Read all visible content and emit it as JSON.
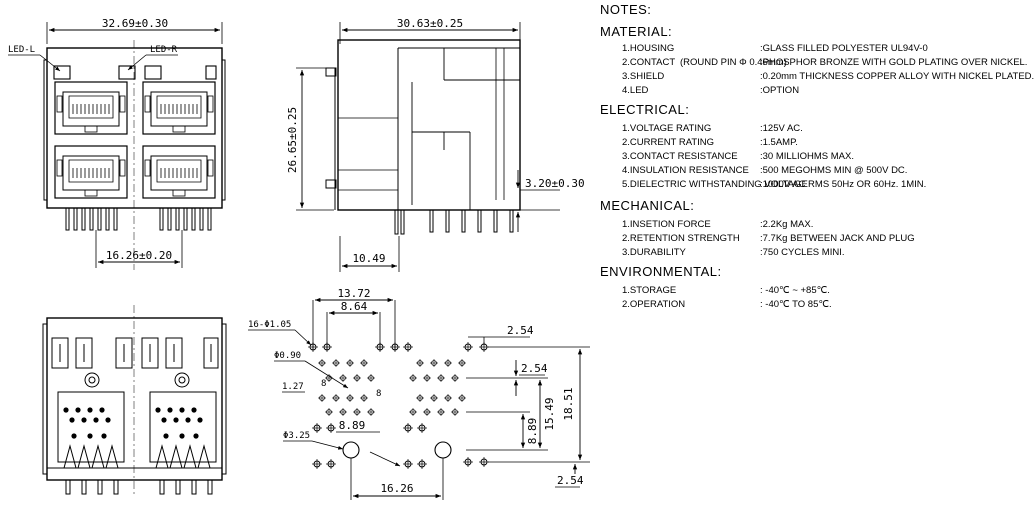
{
  "dims": {
    "front_width": "32.69±0.30",
    "pitch": "16.26±0.20",
    "side_length": "30.63±0.25",
    "side_height": "26.65±0.25",
    "pin_depth": "3.20±0.30",
    "pin_offset": "10.49",
    "pcb_w1": "13.72",
    "pcb_w2": "8.64",
    "pcb_holes": "16-Φ1.05",
    "pcb_d090": "Φ0.90",
    "pcb_127": "1.27",
    "pcb_889": "8.89",
    "pcb_d325": "Φ3.25",
    "pcb_1626": "16.26",
    "pcb_254a": "2.54",
    "pcb_254b": "2.54",
    "pcb_254c": "2.54",
    "pcb_1549": "15.49",
    "pcb_1851": "18.51",
    "pcb_889v": "8.89",
    "pcb_8a": "8",
    "pcb_8b": "8"
  },
  "labels": {
    "led_left": "LED-L",
    "led_right": "LED-R"
  },
  "notes": {
    "title": "NOTES:",
    "material": {
      "heading": "MATERIAL:",
      "items": [
        {
          "label": "1.HOUSING",
          "value": ":GLASS FILLED POLYESTER UL94V-0"
        },
        {
          "label": "2.CONTACT",
          "extra": "(ROUND PIN Φ 0.46mm)",
          "value": ":PHOSPHOR BRONZE WITH GOLD PLATING OVER NICKEL."
        },
        {
          "label": "3.SHIELD",
          "value": ":0.20mm THICKNESS COPPER ALLOY WITH NICKEL PLATED."
        },
        {
          "label": "4.LED",
          "value": ":OPTION"
        }
      ]
    },
    "electrical": {
      "heading": "ELECTRICAL:",
      "items": [
        {
          "label": "1.VOLTAGE RATING",
          "value": ":125V AC."
        },
        {
          "label": "2.CURRENT RATING",
          "value": ":1.5AMP."
        },
        {
          "label": "3.CONTACT RESISTANCE",
          "value": ":30 MILLIOHMS MAX."
        },
        {
          "label": "4.INSULATION RESISTANCE",
          "value": ":500 MEGOHMS MIN @ 500V DC."
        },
        {
          "label": "5.DIELECTRIC WITHSTANDING VOLTAGE",
          "value": ":1000V AC RMS 50Hz OR 60Hz. 1MIN."
        }
      ]
    },
    "mechanical": {
      "heading": "MECHANICAL:",
      "items": [
        {
          "label": "1.INSETION FORCE",
          "value": ":2.2Kg MAX."
        },
        {
          "label": "2.RETENTION STRENGTH",
          "value": ":7.7Kg BETWEEN JACK AND PLUG"
        },
        {
          "label": "3.DURABILITY",
          "value": ":750 CYCLES MINI."
        }
      ]
    },
    "environmental": {
      "heading": "ENVIRONMENTAL:",
      "items": [
        {
          "label": "1.STORAGE",
          "value": ": -40℃ ~ +85℃."
        },
        {
          "label": "2.OPERATION",
          "value": ": -40℃  TO 85℃."
        }
      ]
    }
  }
}
